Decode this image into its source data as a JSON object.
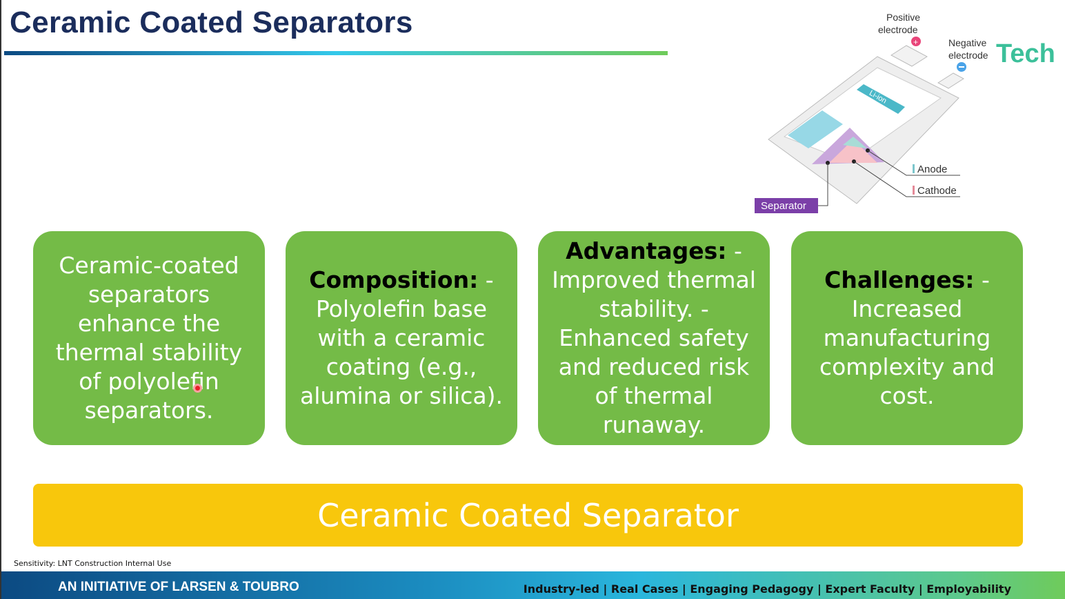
{
  "slide": {
    "title": "Ceramic Coated Separators"
  },
  "diagram": {
    "positive_label_1": "Positive",
    "positive_label_2": "electrode",
    "negative_label_1": "Negative",
    "negative_label_2": "electrode",
    "cell_label": "Li-ion",
    "anode": "Anode",
    "cathode": "Cathode",
    "separator": "Separator",
    "logo": "Tech"
  },
  "cards": [
    {
      "heading": "",
      "text": "Ceramic-coated separators enhance the thermal stability of polyolefin separators."
    },
    {
      "heading": "Composition:",
      "text": " - Polyolefin base with a ceramic coating (e.g., alumina or silica)."
    },
    {
      "heading": "Advantages:",
      "text": " - Improved thermal stability. - Enhanced safety and reduced risk of thermal runaway."
    },
    {
      "heading": "Challenges:",
      "text": " - Increased manufacturing complexity and cost."
    }
  ],
  "banner": {
    "text": "Ceramic Coated Separator"
  },
  "footer": {
    "sensitivity": "Sensitivity: LNT Construction Internal Use",
    "initiative": "AN INITIATIVE OF LARSEN & TOUBRO",
    "tagline": "Industry-led | Real Cases | Engaging Pedagogy | Expert Faculty | Employability"
  },
  "colors": {
    "card": "#74bb47",
    "banner": "#f8c70c",
    "title": "#1b2d5c"
  }
}
